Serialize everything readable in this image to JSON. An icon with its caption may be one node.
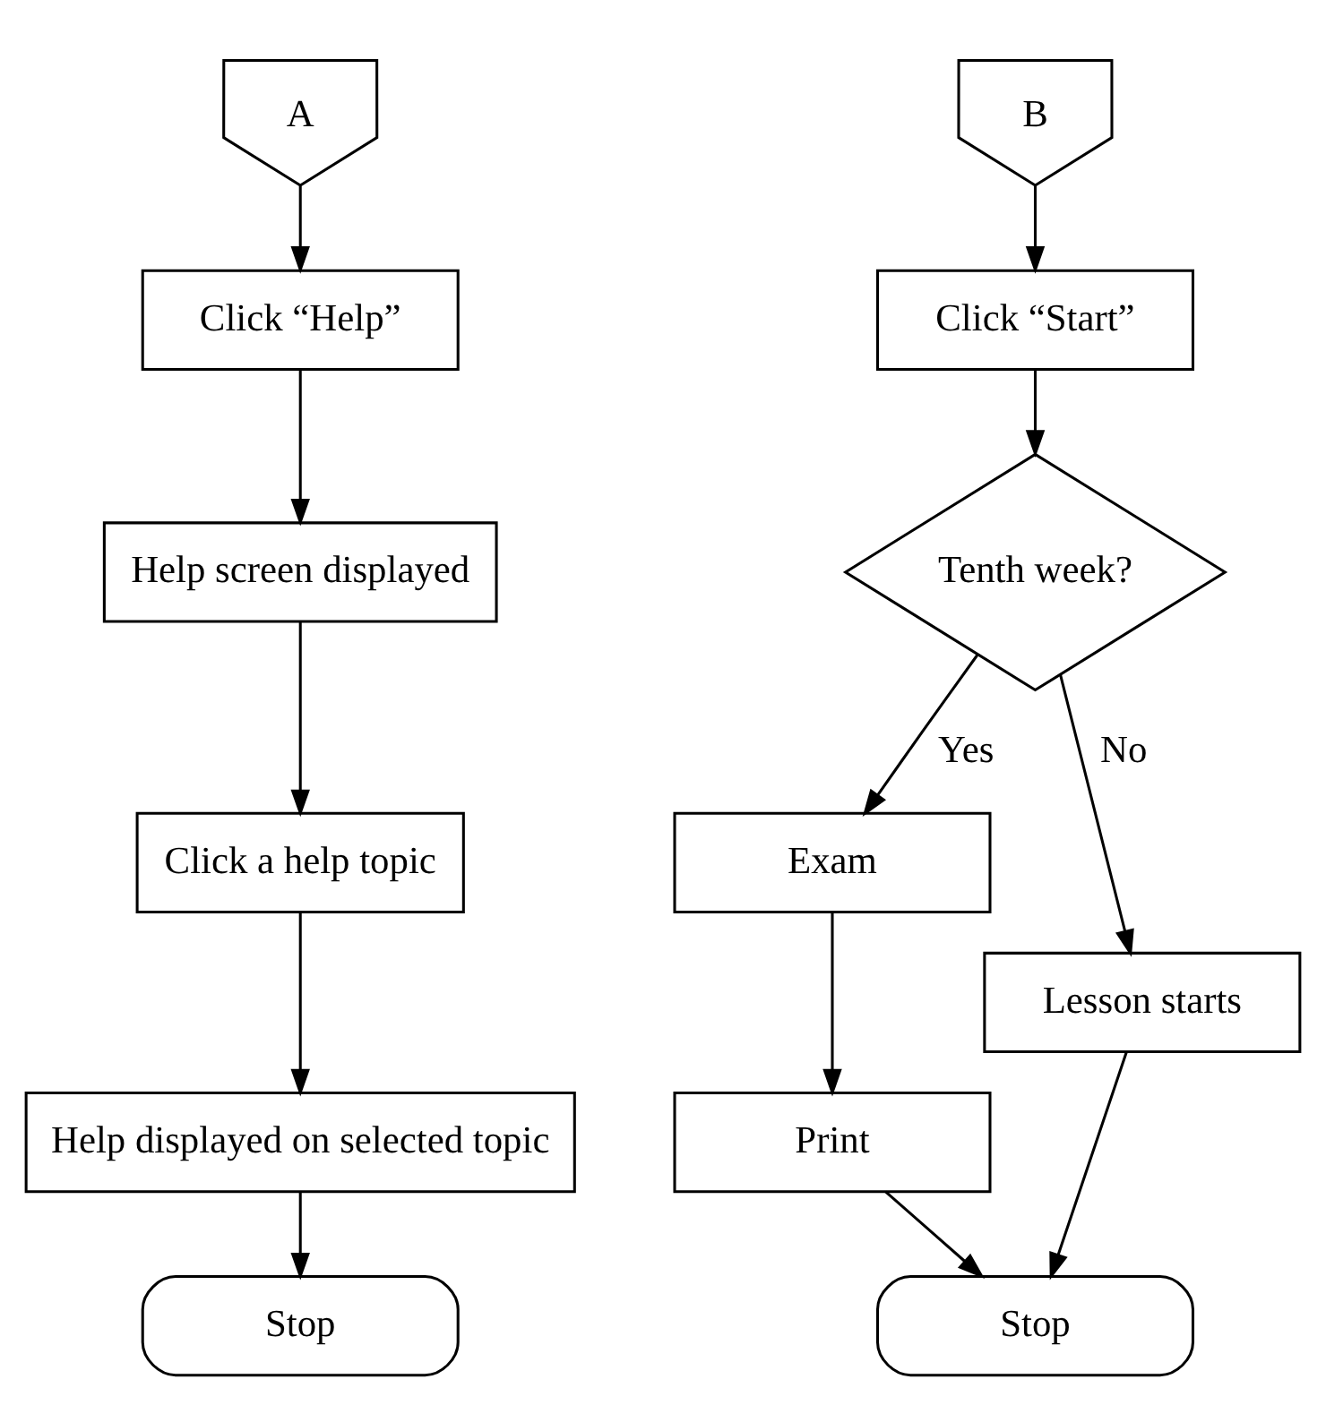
{
  "diagram": {
    "nodes": [
      {
        "text": [
          "A"
        ]
      },
      {
        "text": [
          "Click “Help”"
        ]
      },
      {
        "text": [
          "Help screen displayed"
        ]
      },
      {
        "text": [
          "Click a help topic"
        ]
      },
      {
        "text": [
          "Help displayed on selected topic"
        ]
      },
      {
        "text": [
          "Stop"
        ]
      },
      {
        "text": [
          "B"
        ]
      },
      {
        "text": [
          "Click “Start”"
        ]
      },
      {
        "text": [
          "Tenth week?"
        ]
      },
      {
        "text": [
          "Exam"
        ]
      },
      {
        "text": [
          "Print"
        ]
      },
      {
        "text": [
          "Lesson starts"
        ]
      },
      {
        "text": [
          "Stop"
        ]
      }
    ],
    "edges": [
      {
        "from": 0,
        "to": 1,
        "arrow": "to"
      },
      {
        "from": 1,
        "to": 2,
        "arrow": "to"
      },
      {
        "from": 2,
        "to": 3,
        "arrow": "to"
      },
      {
        "from": 3,
        "to": 4,
        "arrow": "to"
      },
      {
        "from": 4,
        "to": 5,
        "arrow": "to"
      },
      {
        "from": 6,
        "to": 7,
        "arrow": "to"
      },
      {
        "from": 7,
        "to": 8,
        "arrow": "to"
      },
      {
        "from": 8,
        "to": 9,
        "arrow": "to",
        "label": "Yes"
      },
      {
        "from": 8,
        "to": 11,
        "arrow": "to",
        "label": "No"
      },
      {
        "from": 9,
        "to": 10,
        "arrow": "to"
      },
      {
        "from": 10,
        "to": 12,
        "arrow": "to"
      },
      {
        "from": 11,
        "to": 12,
        "arrow": "to"
      }
    ]
  }
}
